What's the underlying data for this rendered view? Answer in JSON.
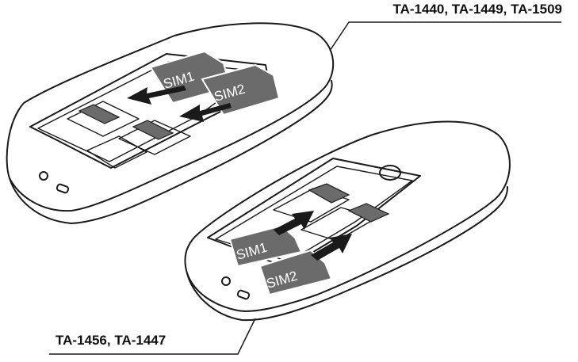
{
  "labels": {
    "top_models": "TA-1440, TA-1449, TA-1509",
    "bottom_models": "TA-1456, TA-1447"
  },
  "phone_top": {
    "sim1_label": "SIM1",
    "sim2_label": "SIM2"
  },
  "phone_bottom": {
    "sim1_label": "SIM1",
    "sim2_label": "SIM2"
  },
  "colors": {
    "outline": "#1a1a1a",
    "sim_card": "#6b6b6b",
    "contact": "#6b6b6b",
    "arrow": "#1a1a1a",
    "background": "#ffffff"
  }
}
